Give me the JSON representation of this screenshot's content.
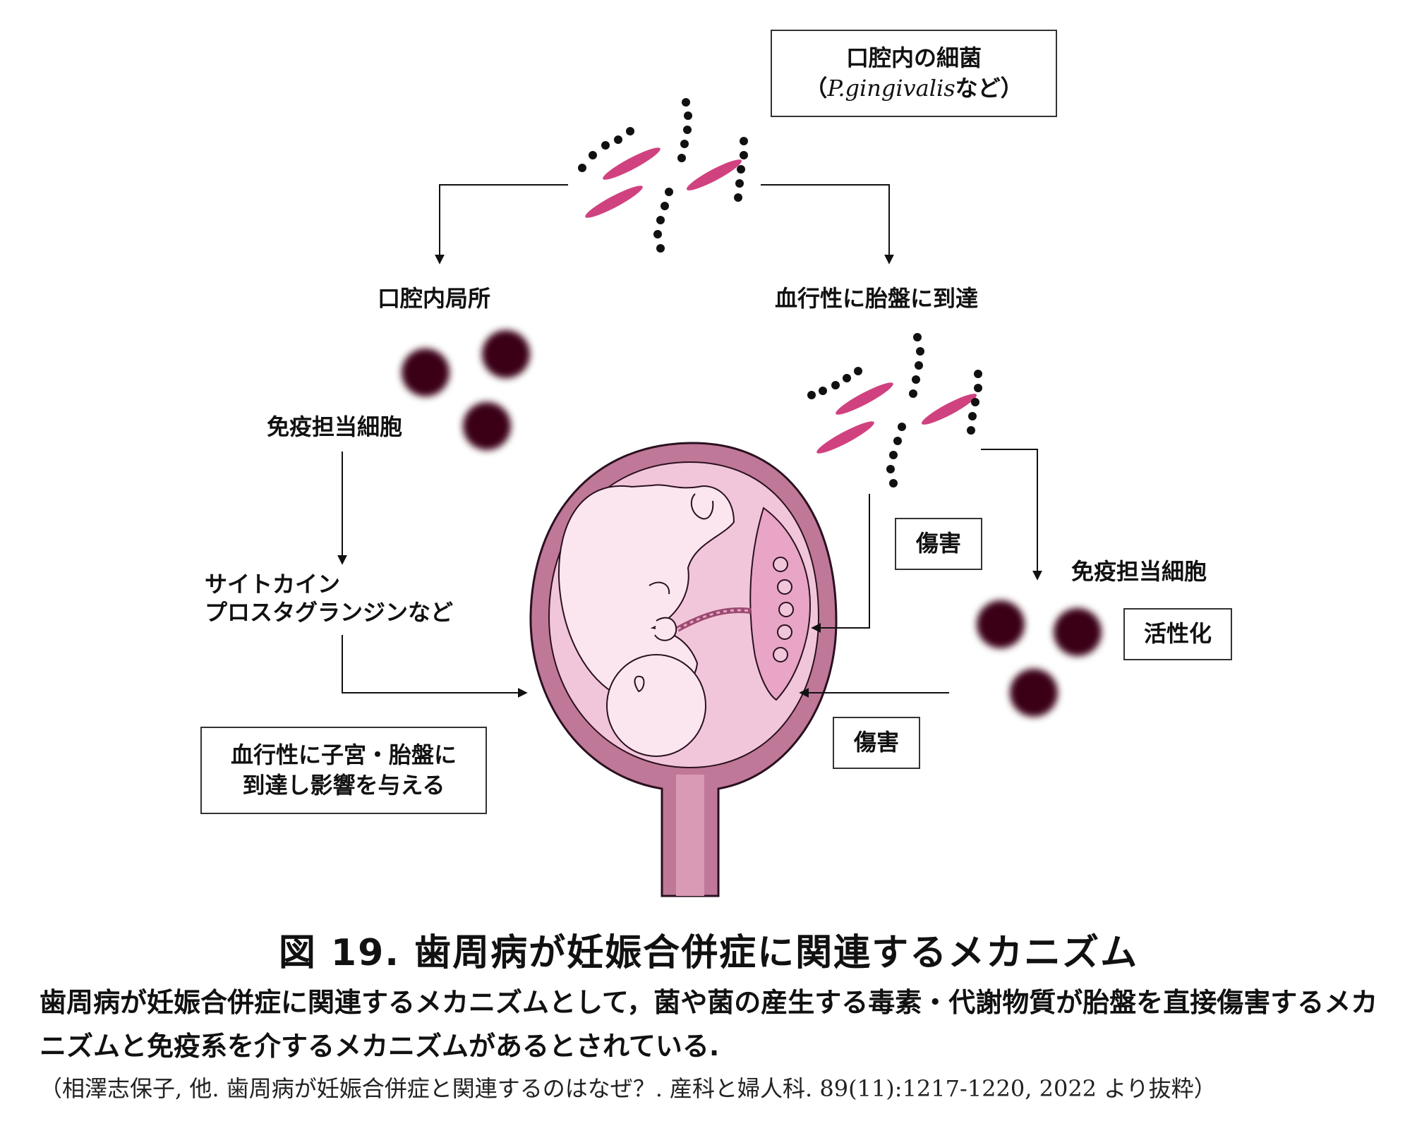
{
  "top_box": {
    "line1": "口腔内の細菌",
    "species": "P.gingivalis",
    "suffix": "など",
    "open_paren": "（",
    "close_paren": "）"
  },
  "left_branch": "口腔内局所",
  "right_branch": "血行性に胎盤に到達",
  "immune_cells_left": "免疫担当細胞",
  "cytokine_line1": "サイトカイン",
  "cytokine_line2": "プロスタグランジンなど",
  "left_bottom_box": {
    "line1": "血行性に子宮・胎盤に",
    "line2": "到達し影響を与える"
  },
  "damage_top": "傷害",
  "immune_cells_right": "免疫担当細胞",
  "activation": "活性化",
  "damage_bottom": "傷害",
  "figure_title": "図 19.  歯周病が妊娠合併症に関連するメカニズム",
  "figure_description": "歯周病が妊娠合併症に関連するメカニズムとして，菌や菌の産生する毒素・代謝物質が胎盤を直接傷害するメカニズムと免疫系を介するメカニズムがあるとされている.",
  "figure_source": "（相澤志保子, 他. 歯周病が妊娠合併症と関連するのはなぜ？. 産科と婦人科. 89(11):1217-1220, 2022 より抜粋）",
  "colors": {
    "bacteria_rod": "#d0427f",
    "coccus": "#111111",
    "immune_cell": "#3a0018",
    "uterus_wall": "#c07898",
    "uterus_inner": "#f2c6da",
    "fetus": "#fbe6ef",
    "placenta": "#e8a5c6"
  }
}
